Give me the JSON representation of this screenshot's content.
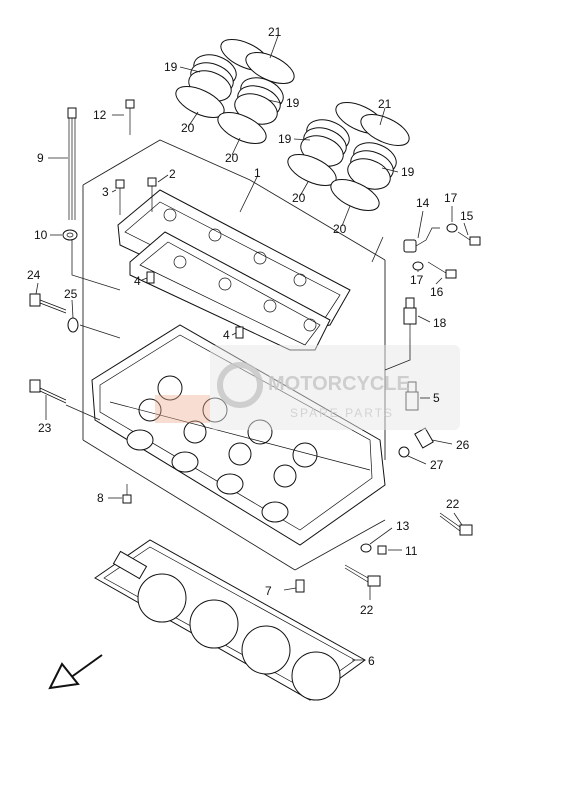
{
  "diagram": {
    "callouts": {
      "c1": "1",
      "c2": "2",
      "c3": "3",
      "c4a": "4",
      "c4b": "4",
      "c5": "5",
      "c6": "6",
      "c7": "7",
      "c8": "8",
      "c9": "9",
      "c10": "10",
      "c11": "11",
      "c12": "12",
      "c13": "13",
      "c14": "14",
      "c15": "15",
      "c16": "16",
      "c17a": "17",
      "c17b": "17",
      "c18": "18",
      "c19a": "19",
      "c19b": "19",
      "c19c": "19",
      "c19d": "19",
      "c20a": "20",
      "c20b": "20",
      "c20c": "20",
      "c20d": "20",
      "c21a": "21",
      "c21b": "21",
      "c22a": "22",
      "c22b": "22",
      "c23": "23",
      "c24": "24",
      "c25": "25",
      "c26": "26",
      "c27": "27"
    },
    "watermark": {
      "main": "MOTORCYCLE",
      "sub": "SPARE PARTS"
    },
    "colors": {
      "line": "#111111",
      "watermark": "#c9c9c9",
      "watermark_accent": "#f0b090"
    },
    "front_arrow_icon": "front-direction-arrow-icon"
  }
}
